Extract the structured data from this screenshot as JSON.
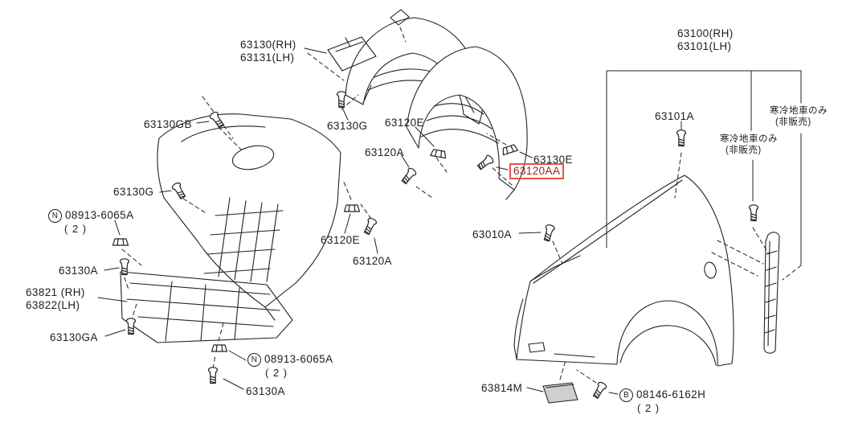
{
  "page": {
    "background": "#ffffff",
    "line_color": "#222222",
    "highlight_box_color": "#e8534a",
    "highlight_text_color": "#8d2b22"
  },
  "labels": {
    "liner": {
      "line1": "63130(RH)",
      "line2": "63131(LH)"
    },
    "b63130gb": {
      "text": "63130GB"
    },
    "b63130g_top": {
      "text": "63130G"
    },
    "c63120e_top": {
      "text": "63120E"
    },
    "b63120a_top": {
      "text": "63120A"
    },
    "c63130e": {
      "text": "63130E"
    },
    "b63120aa": {
      "text": "63120AA"
    },
    "b63130g_left": {
      "text": "63130G"
    },
    "n08913_a": {
      "badge": "N",
      "text": "08913-6065A",
      "qty": "( 2 )"
    },
    "b63130a_left": {
      "text": "63130A"
    },
    "protector": {
      "line1": "63821 (RH)",
      "line2": "63822(LH)"
    },
    "b63130ga": {
      "text": "63130GA"
    },
    "c63120e_mid": {
      "text": "63120E"
    },
    "b63120a_mid": {
      "text": "63120A"
    },
    "n08913_b": {
      "badge": "N",
      "text": "08913-6065A",
      "qty": "( 2 )"
    },
    "b63130a_bottom": {
      "text": "63130A"
    },
    "fender": {
      "line1": "63100(RH)",
      "line2": "63101(LH)"
    },
    "b63101a": {
      "text": "63101A"
    },
    "note_right": {
      "line1": "寒冷地車のみ",
      "line2": "(非販売)"
    },
    "note_mid": {
      "line1": "寒冷地車のみ",
      "line2": "(非販売)"
    },
    "b63010a": {
      "text": "63010A"
    },
    "p63814m": {
      "text": "63814M"
    },
    "b08146": {
      "badge": "B",
      "text": "08146-6162H",
      "qty": "( 2 )"
    }
  }
}
